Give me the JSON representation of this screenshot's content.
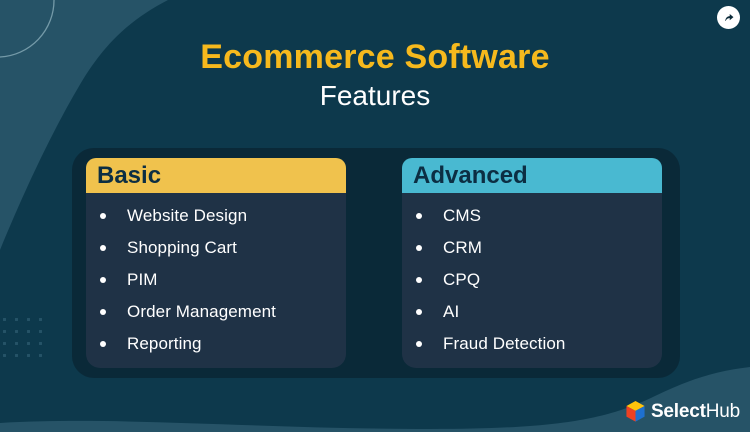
{
  "header": {
    "title": "Ecommerce Software",
    "subtitle": "Features"
  },
  "share_button": {
    "icon": "share-arrow-icon"
  },
  "card": {
    "columns": [
      {
        "label": "Basic",
        "items": [
          "Website Design",
          "Shopping Cart",
          "PIM",
          "Order Management",
          "Reporting"
        ]
      },
      {
        "label": "Advanced",
        "items": [
          "CMS",
          "CRM",
          "CPQ",
          "AI",
          "Fraud Detection"
        ]
      }
    ]
  },
  "footer": {
    "brand_bold": "Select",
    "brand_light": "Hub",
    "logo": "selecthub-cube-icon"
  },
  "colors": {
    "background": "#0d394c",
    "decor_shape": "#265367",
    "card_bg": "#0a2938",
    "panel_bg": "#1f3246",
    "basic_header_bg": "#f0c24d",
    "advanced_header_bg": "#49b9d1",
    "title_accent": "#f6b91d",
    "header_text_dark": "#0c2e43",
    "body_text": "#ffffff",
    "cube_yellow": "#ffc40c",
    "cube_red": "#ee4123",
    "cube_blue": "#1e70d0"
  }
}
